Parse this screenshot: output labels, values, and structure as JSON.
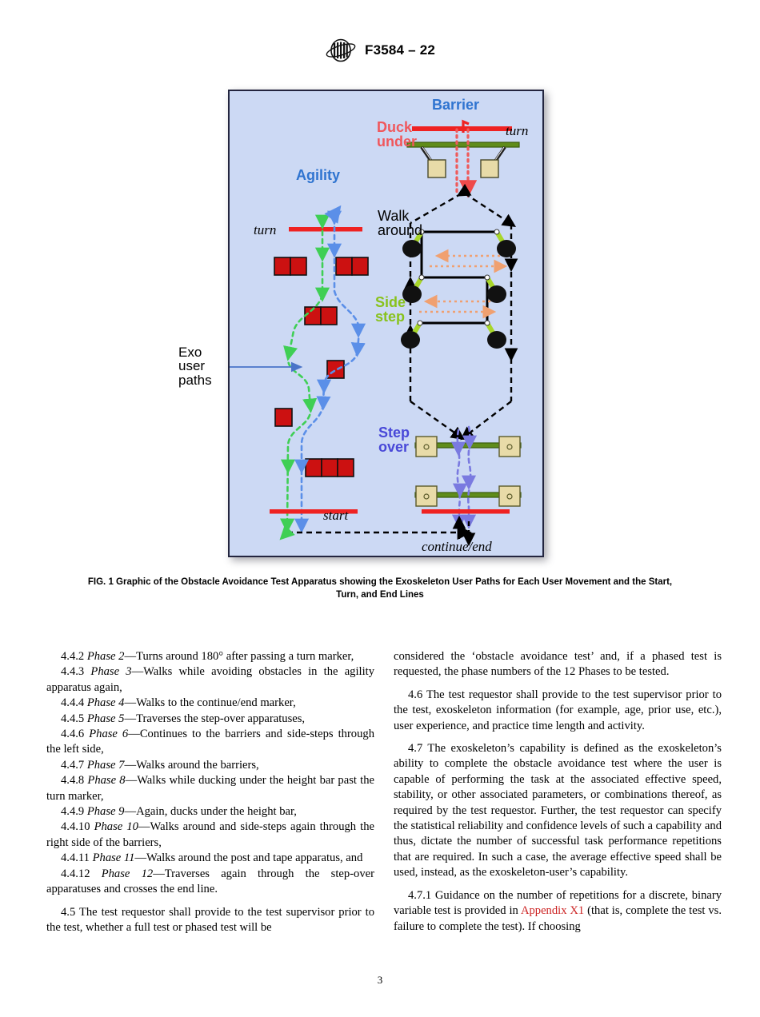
{
  "header": {
    "logo_icon": "astm-logo-icon",
    "standard_number": "F3584 – 22"
  },
  "figure": {
    "labels": {
      "barrier": "Barrier",
      "agility": "Agility",
      "duck_under": "Duck\nunder",
      "walk_around": "Walk\naround",
      "side_step": "Side\nstep",
      "step_over": "Step\nover",
      "exo_user_paths": "Exo\nuser\npaths",
      "turn_right": "turn",
      "turn_left": "turn",
      "start": "start",
      "continue_end": "continue/end"
    },
    "colors": {
      "panel_fill": "#ccd9f4",
      "panel_border": "#23253f",
      "heading_blue": "#2f74d0",
      "duck_red": "#f0575c",
      "side_step_green": "#88c21c",
      "step_over_blue": "#4848d8",
      "marker_red": "#ef2222",
      "obstacle_red": "#cc1111",
      "path_green": "#3fcf55",
      "path_blue": "#5b8fe8",
      "path_purple": "#7a7ae0",
      "path_orange": "#f0a070",
      "post_green": "#a8d62a",
      "bar_green": "#4f7a14",
      "base_tan": "#e8dba8"
    },
    "caption": "FIG. 1 Graphic of the Obstacle Avoidance Test Apparatus showing the Exoskeleton User Paths for Each User Movement and the Start, Turn, and End Lines"
  },
  "body": {
    "left_column": [
      {
        "id": "4.4.2",
        "phase": "Phase 2",
        "text": "—Turns around 180° after passing a turn marker,"
      },
      {
        "id": "4.4.3",
        "phase": "Phase 3",
        "text": "—Walks while avoiding obstacles in the agility apparatus again,"
      },
      {
        "id": "4.4.4",
        "phase": "Phase 4",
        "text": "—Walks to the continue/end marker,"
      },
      {
        "id": "4.4.5",
        "phase": "Phase 5",
        "text": "—Traverses the step-over apparatuses,"
      },
      {
        "id": "4.4.6",
        "phase": "Phase 6",
        "text": "—Continues to the barriers and side-steps through the left side,"
      },
      {
        "id": "4.4.7",
        "phase": "Phase 7",
        "text": "—Walks around the barriers,"
      },
      {
        "id": "4.4.8",
        "phase": "Phase 8",
        "text": "—Walks while ducking under the height bar past the turn marker,"
      },
      {
        "id": "4.4.9",
        "phase": "Phase 9",
        "text": "—Again, ducks under the height bar,"
      },
      {
        "id": "4.4.10",
        "phase": "Phase 10",
        "text": "—Walks around and side-steps again through the right side of the barriers,"
      },
      {
        "id": "4.4.11",
        "phase": "Phase 11",
        "text": "—Walks around the post and tape apparatus, and"
      },
      {
        "id": "4.4.12",
        "phase": "Phase 12",
        "text": "—Traverses again through the step-over apparatuses and crosses the end line."
      }
    ],
    "left_para_45": "4.5  The test requestor shall provide to the test supervisor prior to the test, whether a full test or phased test will be",
    "right_para_45_cont": "considered the ‘obstacle avoidance test’ and, if a phased test is requested, the phase numbers of the 12 Phases to be tested.",
    "right_para_46": "4.6  The test requestor shall provide to the test supervisor prior to the test, exoskeleton information (for example, age, prior use, etc.), user experience, and practice time length and activity.",
    "right_para_47": "4.7  The exoskeleton’s capability is defined as the exoskeleton’s ability to complete the obstacle avoidance test where the user is capable of performing the task at the associated effective speed, stability, or other associated parameters, or combinations thereof, as required by the test requestor. Further, the test requestor can specify the statistical reliability and confidence levels of such a capability and thus, dictate the number of successful task performance repetitions that are required. In such a case, the average effective speed shall be used, instead, as the exoskeleton-user’s capability.",
    "right_para_471_a": "4.7.1  Guidance on the number of repetitions for a discrete, binary variable test is provided in ",
    "right_para_471_link": "Appendix X1",
    "right_para_471_b": " (that is, complete the test vs. failure to complete the test). If choosing"
  },
  "footer": {
    "page_number": "3"
  }
}
